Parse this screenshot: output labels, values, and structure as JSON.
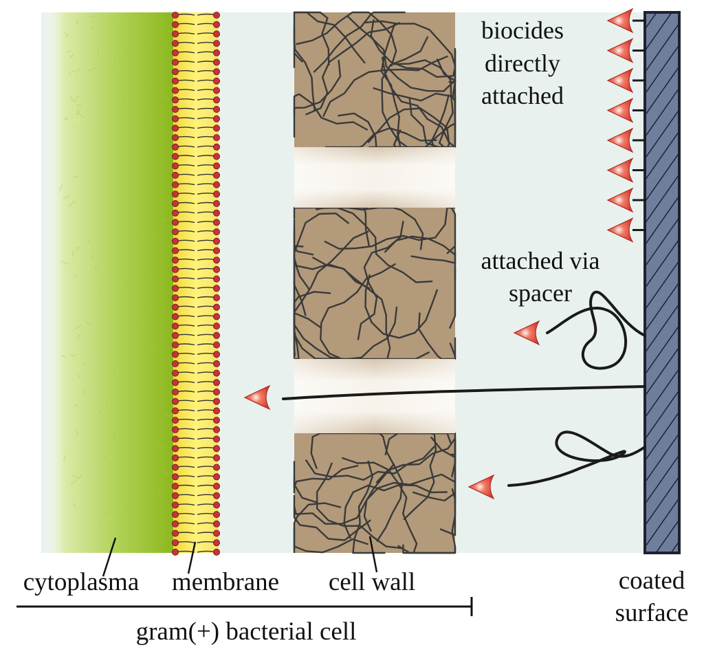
{
  "labels": {
    "cytoplasma": "cytoplasma",
    "membrane": "membrane",
    "cell_wall": "cell wall",
    "coated_surface_line1": "coated",
    "coated_surface_line2": "surface",
    "gram_cell": "gram(+) bacterial cell",
    "biocides_line1": "biocides",
    "biocides_line2": "directly",
    "biocides_line3": "attached",
    "spacer_line1": "attached via",
    "spacer_line2": "spacer"
  },
  "colors": {
    "background": "#e9f1ee",
    "cytoplasm": "#9cc22a",
    "membrane": "#f2e04a",
    "lipid_head": "#c8323a",
    "cell_wall": "#b39a7a",
    "wall_fiber": "#3a3a3a",
    "surface": "#6e7e9c",
    "biocide": "#e4554a"
  },
  "icons": {
    "biocide": "biocide-arrowhead-icon",
    "lipid": "lipid-molecule-icon"
  }
}
